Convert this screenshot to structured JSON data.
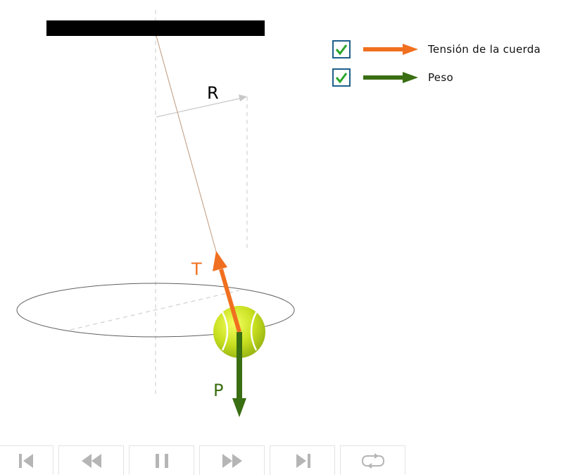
{
  "scene": {
    "labels": {
      "radius": "R",
      "tension": "T",
      "weight": "P"
    },
    "colors": {
      "tension": "#f07020",
      "weight": "#3a6e12",
      "ceiling": "#000000",
      "string": "#c8a890",
      "ball": "#c8e020",
      "guide": "#c8c8c8"
    }
  },
  "legend": [
    {
      "label": "Tensión de la cuerda",
      "checked": true,
      "color": "#f07020",
      "icon": "checkmark-icon"
    },
    {
      "label": "Peso",
      "checked": true,
      "color": "#3a6e12",
      "icon": "checkmark-icon"
    }
  ],
  "controls": [
    {
      "name": "go-to-start",
      "icon": "skip-to-start-icon"
    },
    {
      "name": "step-back",
      "icon": "rewind-icon"
    },
    {
      "name": "pause",
      "icon": "pause-icon"
    },
    {
      "name": "step-forward",
      "icon": "fast-forward-icon"
    },
    {
      "name": "go-to-end",
      "icon": "skip-to-end-icon"
    },
    {
      "name": "loop",
      "icon": "loop-icon"
    }
  ]
}
